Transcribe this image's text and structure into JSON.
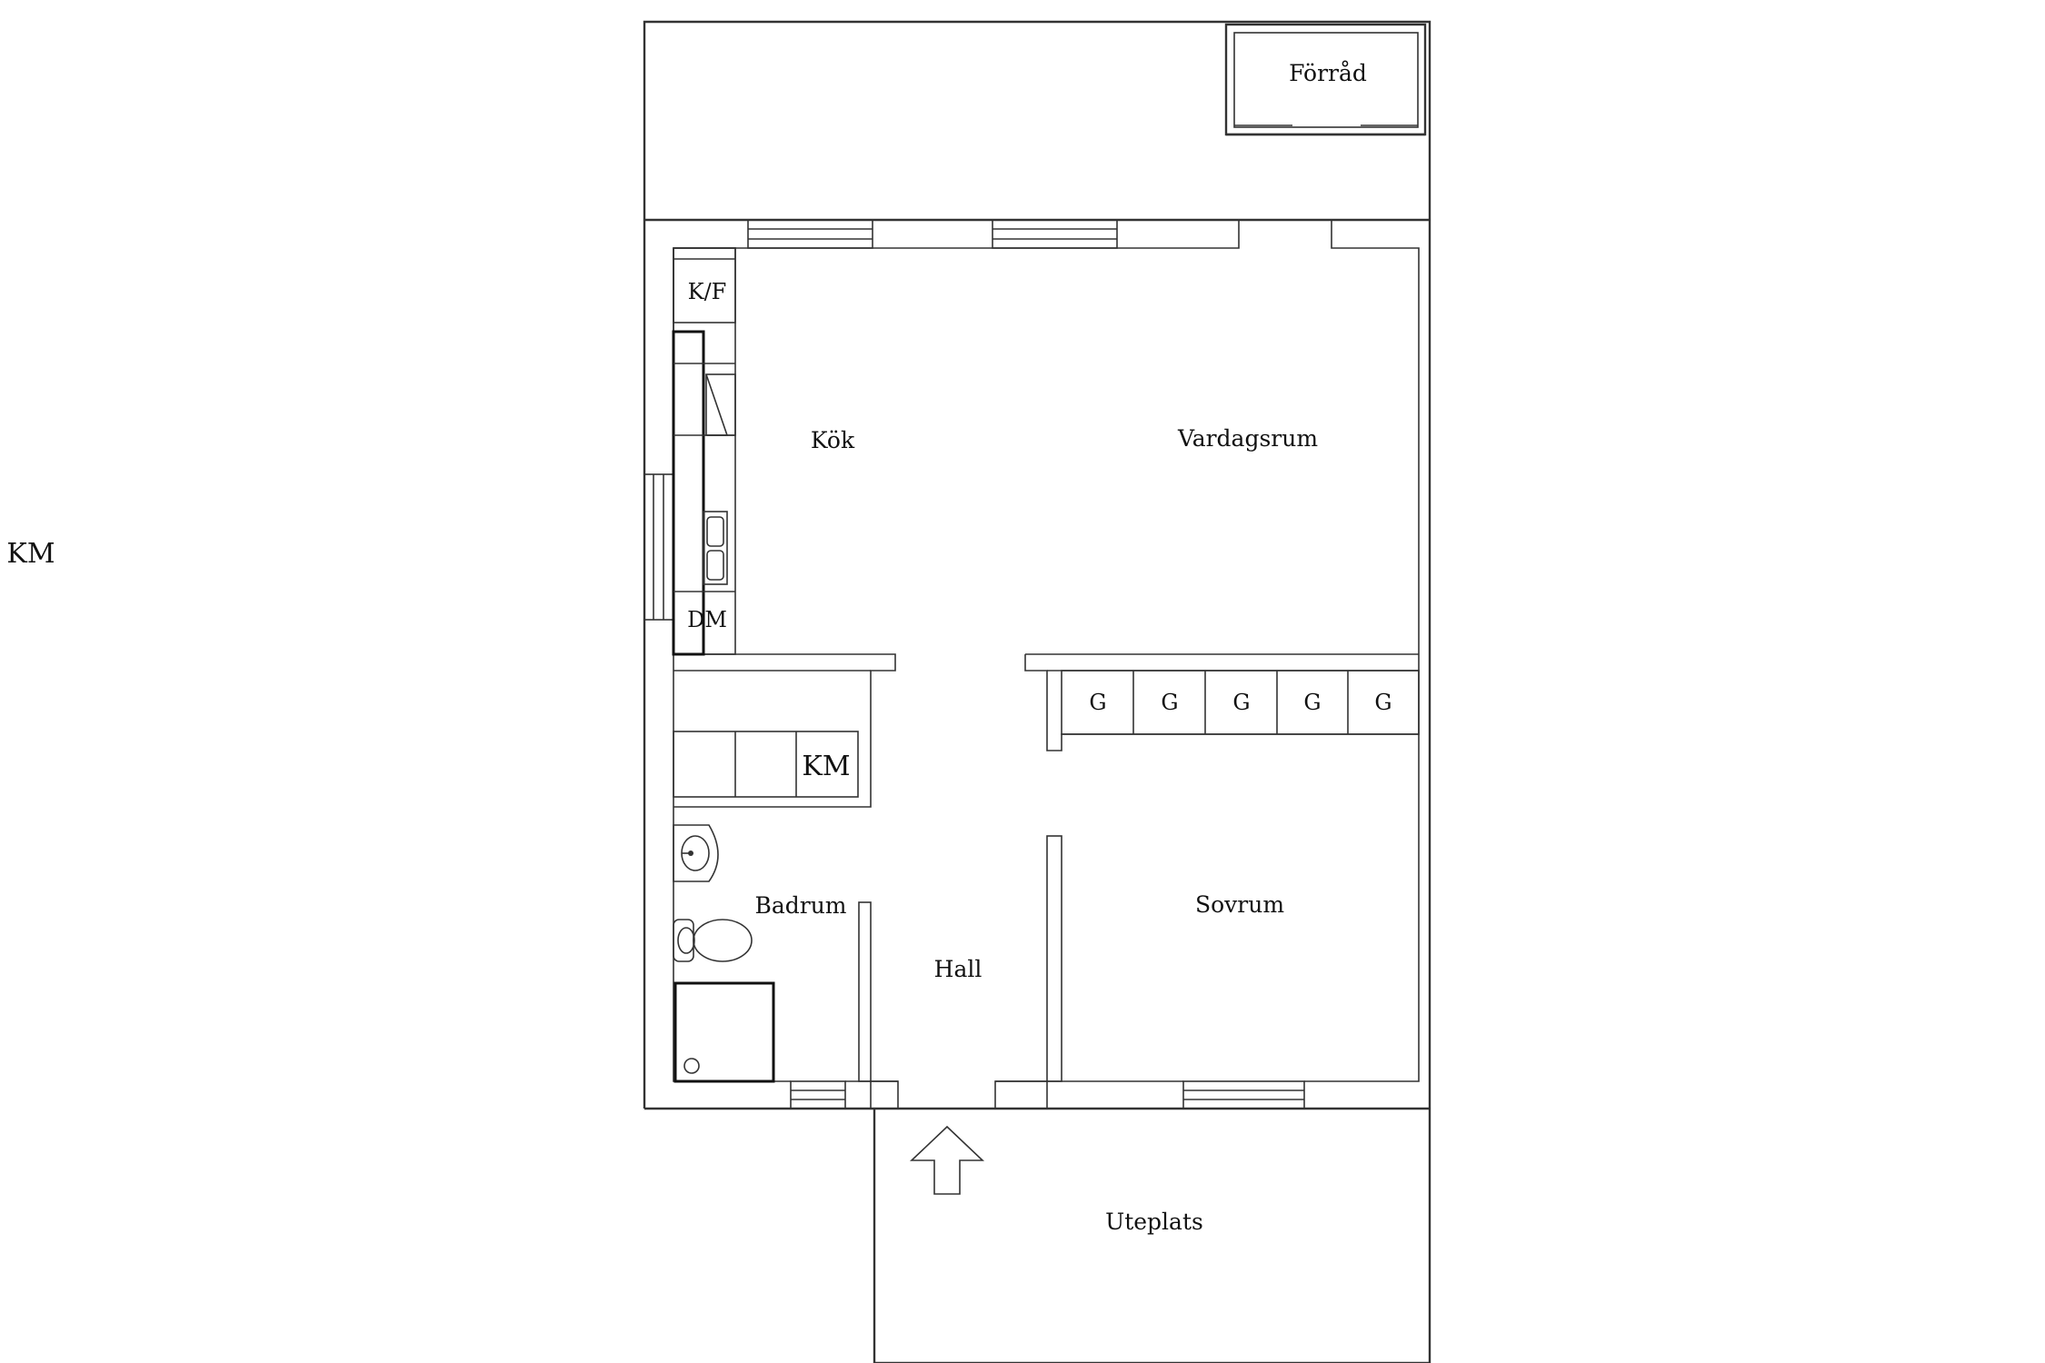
{
  "plan": {
    "rooms": {
      "forrad": "Förråd",
      "kok": "Kök",
      "vardagsrum": "Vardagsrum",
      "badrum": "Badrum",
      "hall": "Hall",
      "sovrum": "Sovrum",
      "uteplats": "Uteplats"
    },
    "fixtures": {
      "kf": "K/F",
      "dm": "DM",
      "km": "KM",
      "km_outside": "KM",
      "wardrobes": [
        "G",
        "G",
        "G",
        "G",
        "G"
      ]
    },
    "entrance": "entrance-arrow-icon"
  },
  "colors": {
    "line": "#333333",
    "text": "#111111",
    "background": "#ffffff"
  }
}
